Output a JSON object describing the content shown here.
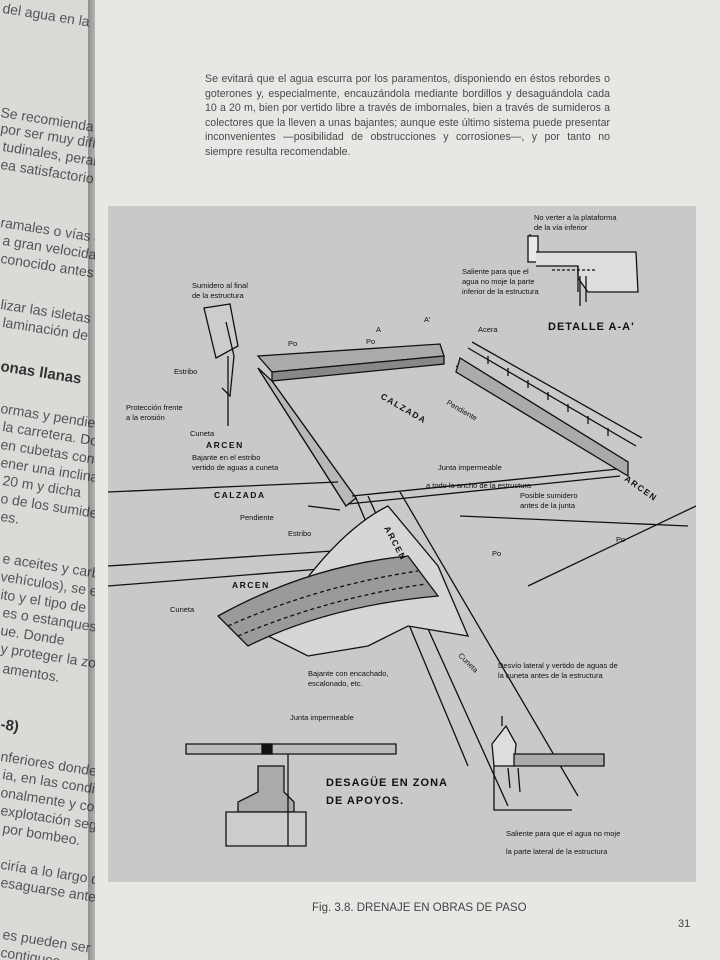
{
  "left_page": {
    "fragments": [
      "del agua en la",
      "Se recomienda hacer",
      "por ser muy difícil",
      "tudinales, peralte",
      "ea satisfactorio",
      "ramales o vías de",
      "a gran velocidad",
      "conocido antes de",
      "lizar las isletas",
      "laminación de",
      "onas llanas",
      "ormas y pendientes",
      "la carretera. Donde",
      "en cubetas con",
      "ener una inclinación",
      "20 m y dicha",
      "o de los sumideros",
      "es.",
      "e aceites y carburantes",
      "vehículos), se estudiará",
      "ito y el tipo de",
      "es o estanques",
      "ue. Donde",
      "y proteger la zona",
      "amentos.",
      "-8)",
      "nferiores donde",
      "ia, en las condiciones",
      "onalmente y con",
      "explotación segura",
      "por bombeo.",
      "ciría a lo largo de",
      "esaguarse antes de",
      "es pueden ser",
      "contiguos"
    ]
  },
  "intro_text": "Se evitará que el agua escurra por los paramentos, disponiendo en éstos rebordes o goterones y, especialmente, encauzándola mediante bordillos y desaguándola cada 10 a 20 m, bien por vertido libre a través de imbornales, bien a través de sumideros a colectores que la lleven a unas bajantes; aunque este último sistema puede presentar inconvenientes —posibilidad de obstrucciones y corrosiones—, y por tanto no siempre resulta recomendable.",
  "figure": {
    "labels": {
      "no_verter": [
        "No verter a la plataforma",
        "de la vía inferior"
      ],
      "saliente_top": [
        "Saliente para que el",
        "agua no moje la parte",
        "inferior de la estructura"
      ],
      "detalle": "DETALLE A-A'",
      "sumidero_final": [
        "Sumidero al final",
        "de la estructura"
      ],
      "a_mark": "A",
      "a_prime": "A'",
      "p0": "Po",
      "acera": "Acera",
      "estribo": "Estribo",
      "proteccion": [
        "Protección frente",
        "a la erosión"
      ],
      "cuneta": "Cuneta",
      "arcen": "ARCEN",
      "bajante_estribo": [
        "Bajante en el estribo",
        "vertido de aguas a cuneta"
      ],
      "calzada": "CALZADA",
      "pendiente": "Pendiente",
      "junta_imp": "Junta impermeable",
      "junta_ancho": "a todo lo ancho de la estructura",
      "posible_sumidero": [
        "Posible sumidero",
        "antes de la junta"
      ],
      "bajante_encachado": [
        "Bajante con encachado,",
        "escalonado, etc."
      ],
      "desvio": [
        "Desvío lateral y vertido de aguas de",
        "la cuneta antes de la estructura"
      ],
      "desague_title": [
        "DESAGÜE EN ZONA",
        "DE APOYOS."
      ],
      "saliente_bottom": [
        "Saliente para que el agua no moje",
        "la parte lateral de la estructura"
      ]
    }
  },
  "caption": "Fig. 3.8. DRENAJE EN OBRAS DE PASO",
  "page_number": "31"
}
